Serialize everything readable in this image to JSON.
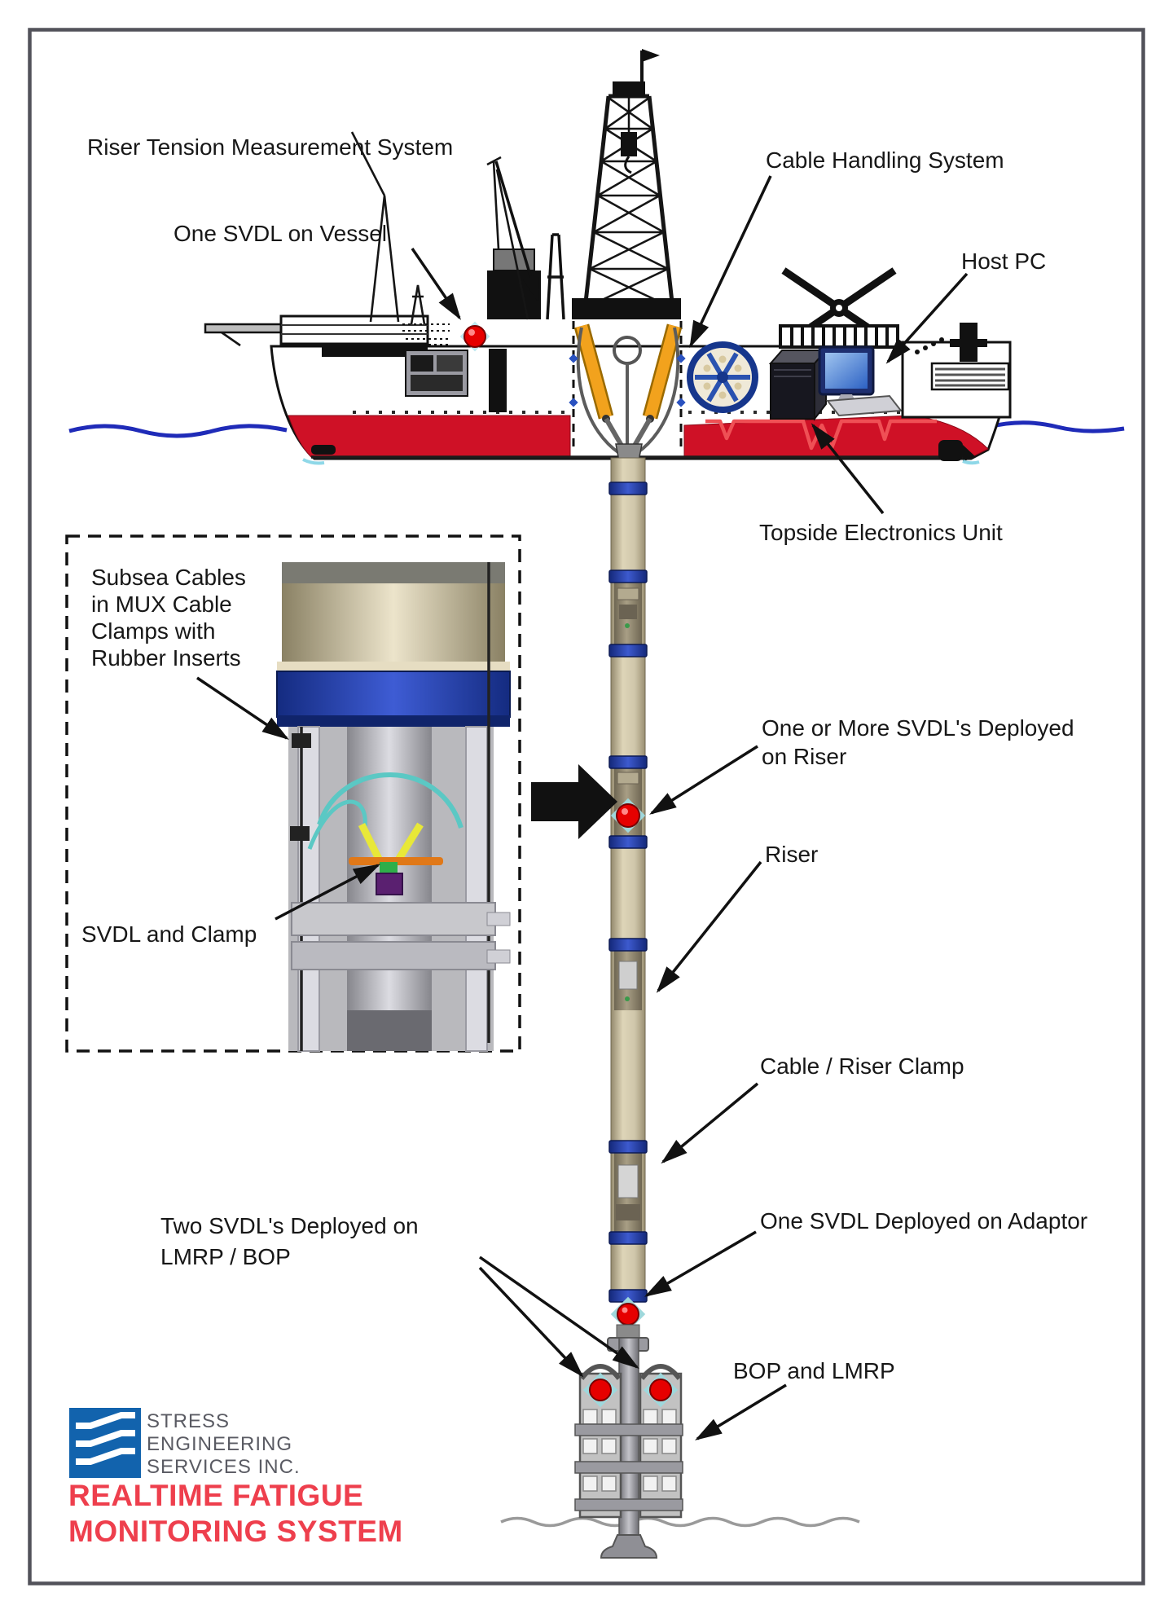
{
  "title": "Realtime Fatigue Monitoring System",
  "labels": {
    "riser_tension": "Riser Tension Measurement System",
    "one_svdl_vessel": "One SVDL on Vessel",
    "cable_handling": "Cable Handling System",
    "host_pc": "Host PC",
    "topside_unit": "Topside Electronics Unit",
    "svdl_riser_1": "One or More SVDL's Deployed",
    "svdl_riser_2": "on Riser",
    "riser": "Riser",
    "cable_riser_clamp": "Cable / Riser Clamp",
    "one_svdl_adaptor": "One SVDL Deployed on Adaptor",
    "two_svdl_1": "Two SVDL's Deployed on",
    "two_svdl_2": "LMRP / BOP",
    "bop_lmrp": "BOP and LMRP"
  },
  "inset": {
    "caption_1": "Subsea Cables",
    "caption_2": "in MUX Cable",
    "caption_3": "Clamps with",
    "caption_4": "Rubber Inserts",
    "svdl_clamp": "SVDL and Clamp"
  },
  "logo": {
    "company_1": "STRESS",
    "company_2": "ENGINEERING",
    "company_3": "SERVICES INC.",
    "title_1": "REALTIME FATIGUE",
    "title_2": "MONITORING SYSTEM"
  },
  "colors": {
    "svdl_red": "#e60000",
    "hull_red": "#cf1126",
    "water_blue": "#1f2bb8",
    "tensioner_yellow": "#f2a21d",
    "riser_band_blue": "#24399b",
    "reel_blue": "#16368c",
    "logo_blue": "#1263ad",
    "title_red": "#ee3f4d",
    "seafloor_gray": "#9a9a9a"
  }
}
